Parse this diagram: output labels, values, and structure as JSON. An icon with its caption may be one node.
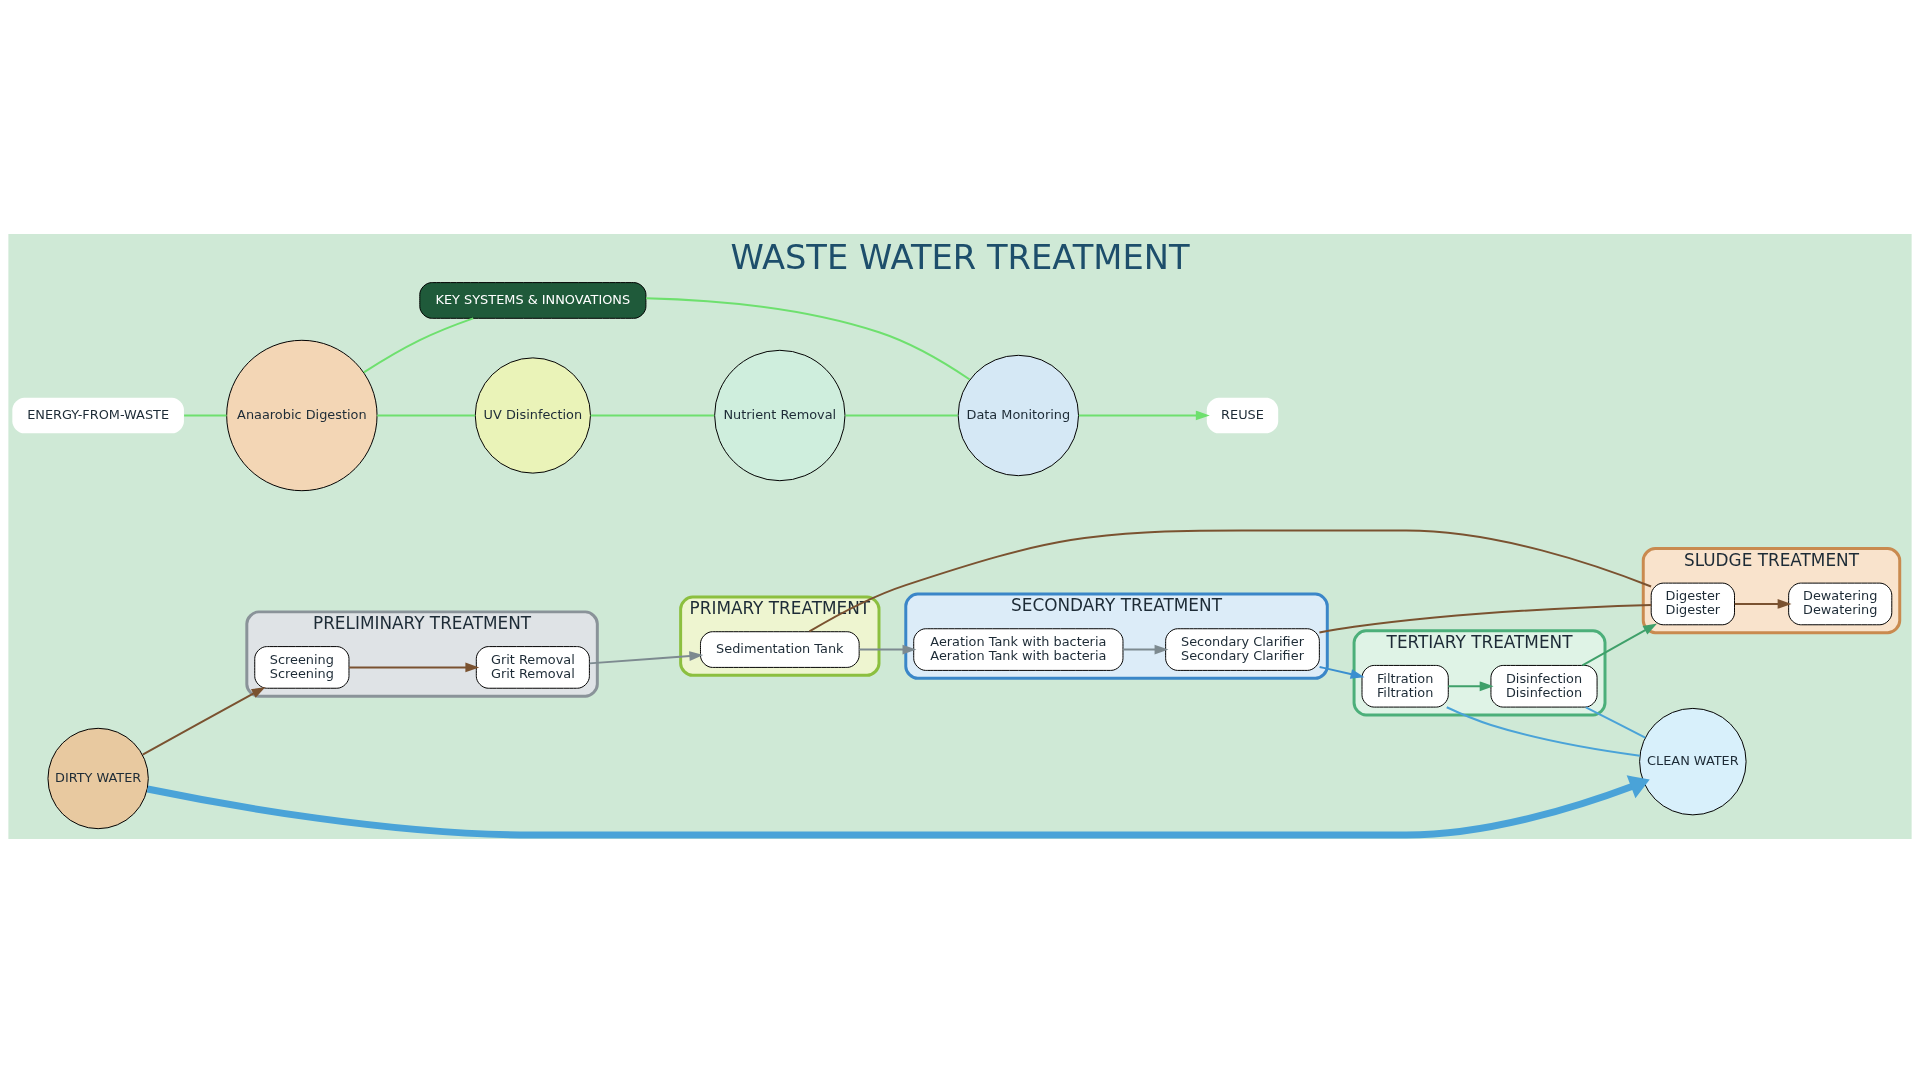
{
  "diagram": {
    "title": "WASTE WATER TREATMENT",
    "nodes": [
      {
        "text": [
          "PRELIMINARY TREATMENT"
        ]
      },
      {
        "text": [
          "Screening",
          "Screening"
        ],
        "in": 0
      },
      {
        "text": [
          "Grit Removal",
          "Grit Removal"
        ],
        "in": 0
      },
      {
        "text": [
          "PRIMARY TREATMENT"
        ]
      },
      {
        "text": [
          "Sedimentation Tank"
        ],
        "in": 3
      },
      {
        "text": [
          "SECONDARY TREATMENT"
        ]
      },
      {
        "text": [
          "Aeration Tank with bacteria",
          "Aeration Tank with bacteria"
        ],
        "in": 5
      },
      {
        "text": [
          "Secondary Clarifier",
          "Secondary Clarifier"
        ],
        "in": 5
      },
      {
        "text": [
          "TERTIARY TREATMENT"
        ]
      },
      {
        "text": [
          "Filtration",
          "Filtration"
        ],
        "in": 8
      },
      {
        "text": [
          "Disinfection",
          "Disinfection"
        ],
        "in": 8
      },
      {
        "text": [
          "SLUDGE TREATMENT"
        ]
      },
      {
        "text": [
          "Digester",
          "Digester"
        ],
        "in": 11
      },
      {
        "text": [
          "Dewatering",
          "Dewatering"
        ],
        "in": 11
      },
      {
        "text": [
          "DIRTY WATER"
        ]
      },
      {
        "text": [
          "CLEAN WATER"
        ]
      },
      {
        "text": [
          "KEY SYSTEMS & INNOVATIONS"
        ]
      },
      {
        "text": [
          "ENERGY-FROM-WASTE"
        ]
      },
      {
        "text": [
          "Anaarobic Digestion"
        ]
      },
      {
        "text": [
          "UV Disinfection"
        ]
      },
      {
        "text": [
          "Nutrient Removal"
        ]
      },
      {
        "text": [
          "Data Monitoring"
        ]
      },
      {
        "text": [
          "REUSE"
        ]
      }
    ],
    "edges": [
      {
        "from": 14,
        "to": 1,
        "arrow": "to",
        "color": "#7a5230"
      },
      {
        "from": 1,
        "to": 2,
        "arrow": "to",
        "color": "#7a5230"
      },
      {
        "from": 2,
        "to": 4,
        "arrow": "to"
      },
      {
        "from": 4,
        "to": 6,
        "arrow": "to"
      },
      {
        "from": 6,
        "to": 7,
        "arrow": "to"
      },
      {
        "from": 7,
        "to": 9,
        "arrow": "to",
        "color": "#3b8fd0"
      },
      {
        "from": 9,
        "to": 10,
        "arrow": "to",
        "color": "#3fa06a"
      },
      {
        "from": 10,
        "to": 12,
        "arrow": "to",
        "color": "#3fa06a"
      },
      {
        "from": 12,
        "to": 13,
        "arrow": "to",
        "color": "#7a5230"
      },
      {
        "from": 14,
        "to": 15,
        "arrow": "to",
        "style": "thick",
        "color": "#4aa3d8"
      },
      {
        "from": 4,
        "to": 12,
        "arrow": "none",
        "color": "#7a5230"
      },
      {
        "from": 7,
        "to": 12,
        "arrow": "none",
        "color": "#7a5230"
      },
      {
        "from": 9,
        "to": 15,
        "arrow": "none",
        "color": "#4aa3d8"
      },
      {
        "from": 10,
        "to": 15,
        "arrow": "none",
        "color": "#4aa3d8"
      },
      {
        "from": 16,
        "to": 18,
        "arrow": "none",
        "color": "#6ee06e"
      },
      {
        "from": 16,
        "to": 21,
        "arrow": "none",
        "color": "#6ee06e"
      },
      {
        "from": 17,
        "to": 18,
        "arrow": "none",
        "color": "#6ee06e"
      },
      {
        "from": 18,
        "to": 19,
        "arrow": "none",
        "color": "#6ee06e"
      },
      {
        "from": 19,
        "to": 20,
        "arrow": "none",
        "color": "#6ee06e"
      },
      {
        "from": 20,
        "to": 21,
        "arrow": "none",
        "color": "#6ee06e"
      },
      {
        "from": 21,
        "to": 22,
        "arrow": "to",
        "color": "#6ee06e"
      }
    ]
  }
}
